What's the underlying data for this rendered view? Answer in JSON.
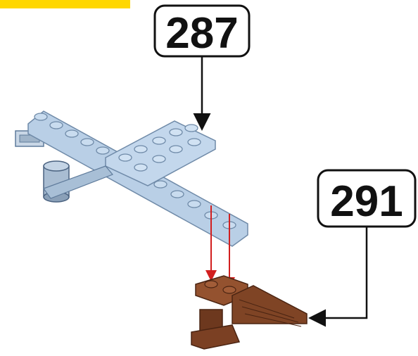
{
  "steps": [
    {
      "id": "step-287",
      "number": "287"
    },
    {
      "id": "step-291",
      "number": "291"
    }
  ],
  "colors": {
    "light_blue_part": "#b9cfe6",
    "light_blue_edge": "#6f8aa8",
    "brown_part": "#8a4a2c",
    "brown_edge": "#4a2412",
    "gray_connector": "#8d9aa7",
    "insert_arrow": "#d21f1f",
    "step_label_arrow": "#111111",
    "banner": "#ffd700"
  },
  "icons": {
    "header_banner": "yellow-banner-fragment",
    "insert_arrows": "red-down-arrow",
    "step_arrows": "black-pointer-arrow"
  }
}
